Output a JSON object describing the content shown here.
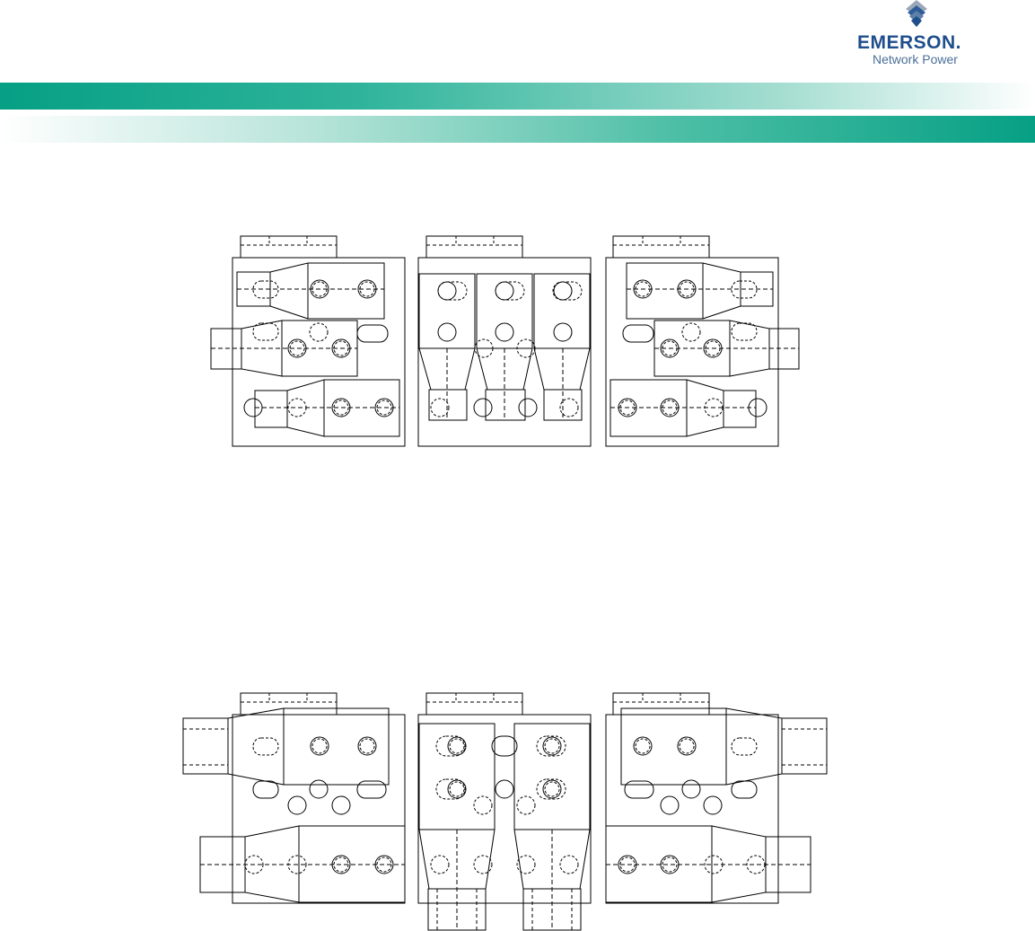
{
  "header": {
    "logo": {
      "wordmark": "EMERSON.",
      "subtitle": "Network Power",
      "color": "#1f4e8c"
    },
    "band_colors": [
      "#06a085",
      "#ffffff"
    ]
  },
  "drawings": [
    {
      "name": "top-row-busbar-assembly",
      "panels": 3
    },
    {
      "name": "bottom-row-busbar-assembly",
      "panels": 3
    }
  ]
}
